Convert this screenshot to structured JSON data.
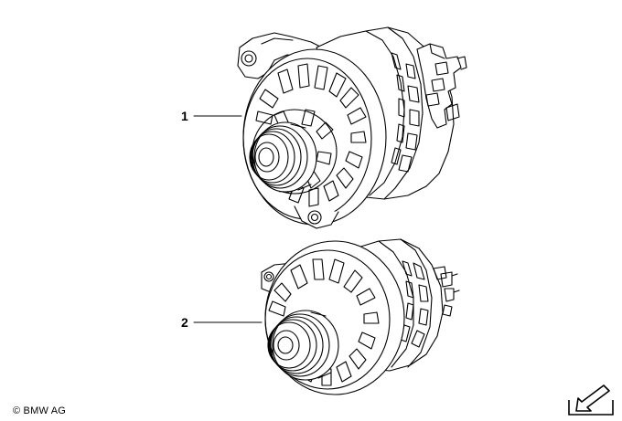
{
  "callouts": [
    {
      "number": "1"
    },
    {
      "number": "2"
    }
  ],
  "footer": {
    "copyright": "© BMW AG"
  },
  "icons": {
    "navigation": "arrow-down-left-icon"
  },
  "colors": {
    "line": "#000000",
    "background": "#ffffff"
  }
}
